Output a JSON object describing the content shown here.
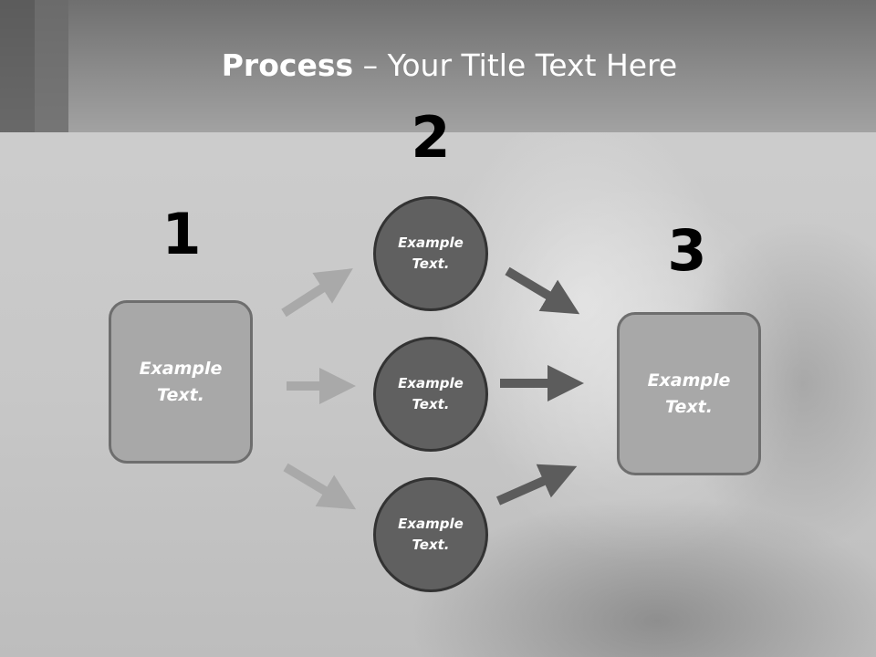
{
  "slide": {
    "title_bold": "Process",
    "title_rest": " – Your Title Text Here"
  },
  "steps": {
    "step1": "1",
    "step2": "2",
    "step3": "3"
  },
  "nodes": {
    "left_box": "Example Text.",
    "circle_top": "Example Text.",
    "circle_middle": "Example Text.",
    "circle_bottom": "Example Text.",
    "right_box": "Example Text."
  },
  "colors": {
    "arrow_light": "#a9a9a9",
    "arrow_dark": "#5c5c5c",
    "circle_fill": "#606060",
    "box_fill": "#a8a8a8"
  }
}
